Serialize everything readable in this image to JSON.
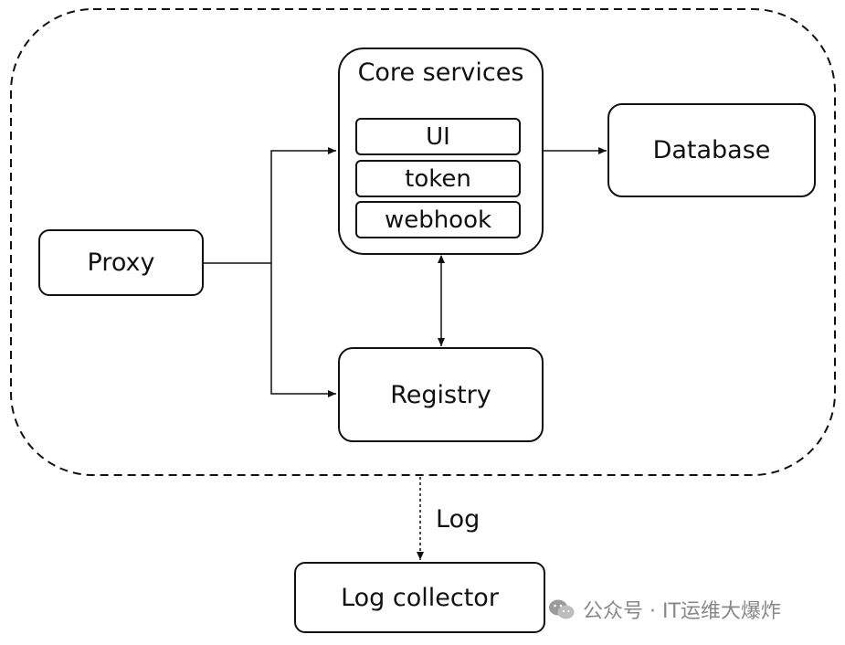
{
  "nodes": {
    "core_services": "Core services",
    "ui": "UI",
    "token": "token",
    "webhook": "webhook",
    "database": "Database",
    "proxy": "Proxy",
    "registry": "Registry",
    "log_collector": "Log collector"
  },
  "edges": {
    "log_label": "Log"
  },
  "watermark": {
    "text": "公众号 · IT运维大爆炸",
    "icon": "wechat-icon"
  }
}
